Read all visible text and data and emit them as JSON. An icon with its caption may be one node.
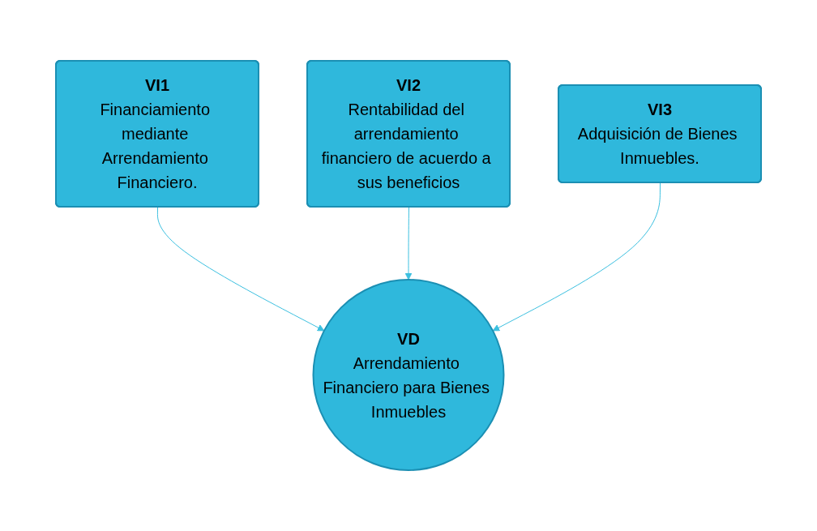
{
  "diagram": {
    "nodes": [
      {
        "text": [
          "VI1",
          "Financiamiento mediante Arrendamiento Financiero."
        ]
      },
      {
        "text": [
          "VI2",
          "Rentabilidad del arrendamiento financiero de acuerdo a sus beneficios"
        ]
      },
      {
        "text": [
          "VI3",
          "Adquisición de Bienes Inmuebles."
        ]
      },
      {
        "text": [
          "VD",
          "Arrendamiento Financiero para Bienes Inmuebles"
        ]
      }
    ],
    "edges": [
      {
        "from": 0,
        "to": 3,
        "arrow": "to"
      },
      {
        "from": 1,
        "to": 3,
        "arrow": "to"
      },
      {
        "from": 2,
        "to": 3,
        "arrow": "to"
      }
    ]
  }
}
